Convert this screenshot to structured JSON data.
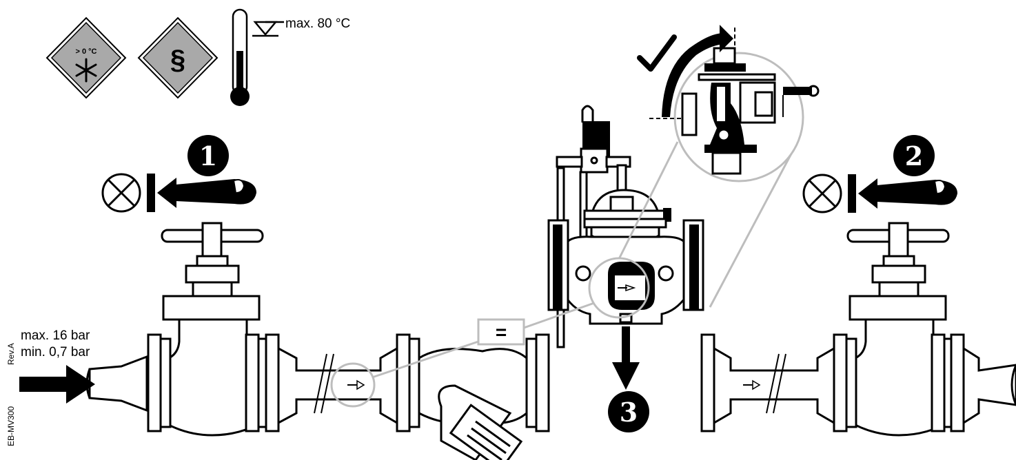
{
  "labels": {
    "temp_max": "max. 80 °C",
    "frost_sign": "> 0 °C",
    "law_sign": "§",
    "pressure_max": "max. 16 bar",
    "pressure_min": "min. 0,7 bar",
    "revision": "Rev.A",
    "doc_id": "EB-MV300",
    "equal_sign": "=",
    "step1": "1",
    "step2": "2",
    "step3": "3"
  },
  "colors": {
    "ink": "#000000",
    "highlight_grey": "#bdbdbd",
    "sign_fill": "#a9a9a9"
  },
  "icons": [
    "frost-warning-icon",
    "regulation-paragraph-icon",
    "thermometer-icon",
    "closed-valve-icon",
    "check-mark-icon",
    "flow-arrow-icon"
  ]
}
